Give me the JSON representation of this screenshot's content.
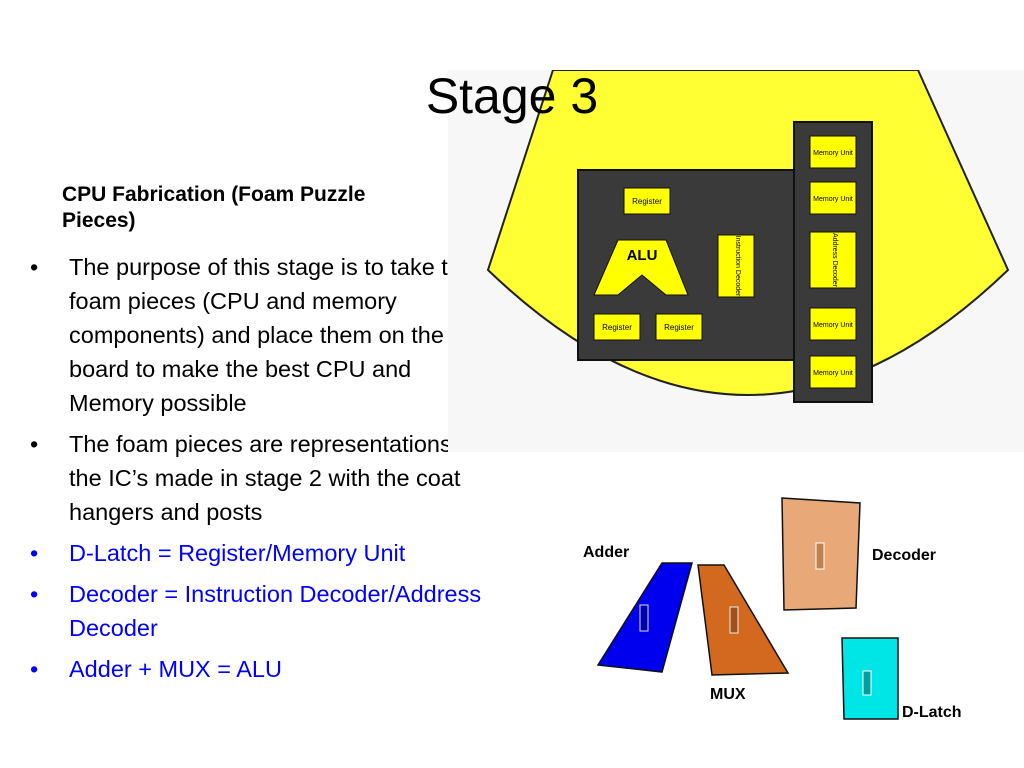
{
  "slide": {
    "title": "Stage 3",
    "subtitle": "CPU Fabrication (Foam Puzzle Pieces)",
    "bullet_glyph": "•",
    "bullets": [
      {
        "text": "The purpose of this stage is to take the foam pieces (CPU and memory components) and place them on the board to make the best CPU and Memory possible",
        "color": "#000000"
      },
      {
        "text": "The foam pieces are representations of the IC’s made in stage 2 with the coat hangers and posts",
        "color": "#000000"
      },
      {
        "text": "D-Latch = Register/Memory Unit",
        "color": "#0000ff"
      },
      {
        "text": "Decoder = Instruction Decoder/Address Decoder",
        "color": "#0000ff"
      },
      {
        "text": "Adder + MUX = ALU",
        "color": "#0000ff"
      }
    ]
  },
  "board": {
    "colors": {
      "board": "#ffff33",
      "chip": "#3a3a3a",
      "component": "#ffff00"
    },
    "cpu": {
      "register_top": "Register",
      "alu": "ALU",
      "instruction_decoder": "Instruction Decoder",
      "register_bottom_left": "Register",
      "register_bottom_right": "Register"
    },
    "memory": {
      "memory_unit_1": "Memory Unit",
      "memory_unit_2": "Memory Unit",
      "address_decoder": "Address Decoder",
      "memory_unit_3": "Memory Unit",
      "memory_unit_4": "Memory Unit"
    }
  },
  "pieces": {
    "adder": {
      "label": "Adder",
      "color": "#0000ee"
    },
    "mux": {
      "label": "MUX",
      "color": "#d2691e"
    },
    "decoder": {
      "label": "Decoder",
      "color": "#e8a878"
    },
    "dlatch": {
      "label": "D-Latch",
      "color": "#00e5e5"
    }
  }
}
